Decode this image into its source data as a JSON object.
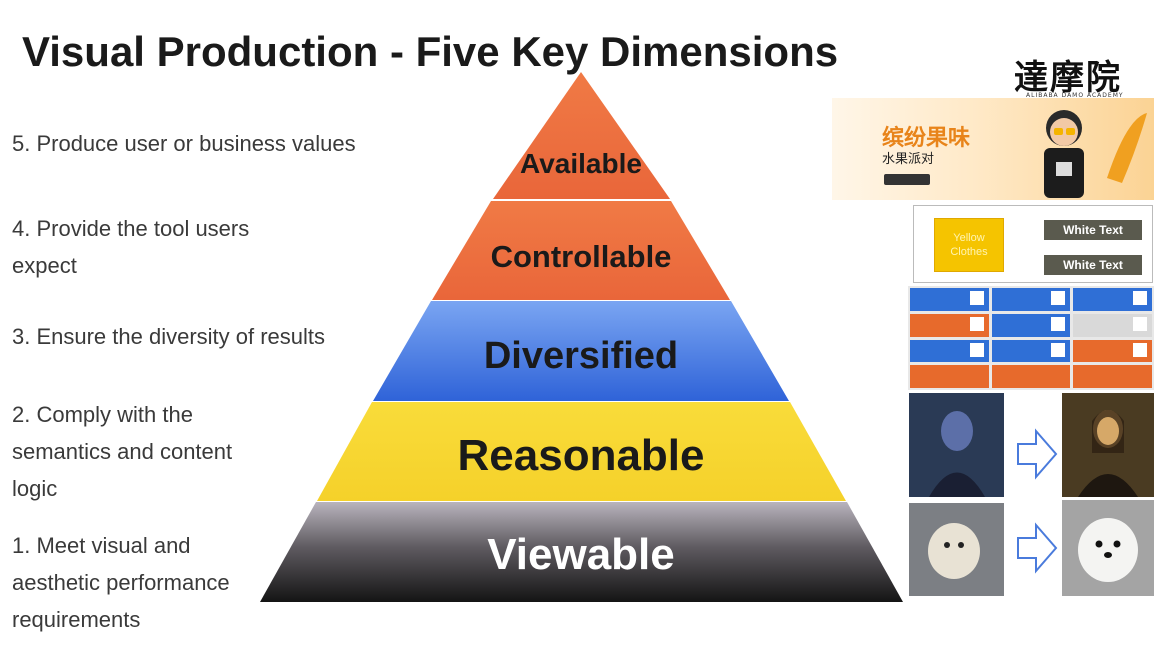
{
  "title": "Visual Production - Five Key Dimensions",
  "levels": [
    {
      "name": "Available",
      "color": "#ef7042"
    },
    {
      "name": "Controllable",
      "color": "#ef7042"
    },
    {
      "name": "Diversified",
      "color": "#3c72e0"
    },
    {
      "name": "Reasonable",
      "color": "#f7d731"
    },
    {
      "name": "Viewable",
      "color": "#1a1a1a"
    }
  ],
  "descriptions": {
    "d5": [
      "5. Produce user or business values"
    ],
    "d4": [
      "4. Provide the tool users",
      "expect"
    ],
    "d3": [
      "3. Ensure the diversity of results"
    ],
    "d2": [
      "2. Comply with the",
      "semantics and content",
      "logic"
    ],
    "d1": [
      "1. Meet visual and",
      "aesthetic performance",
      "requirements"
    ]
  },
  "logo": {
    "text": "達摩院",
    "sub": "ALIBABA DAMO ACADEMY"
  },
  "banner": {
    "title": "缤纷果味",
    "subtitle": "水果派对"
  },
  "controllable_example": {
    "yellow_label": "Yellow Clothes",
    "button1": "White Text",
    "button2": "White Text"
  },
  "arrow_icon": "right-arrow-outline-icon"
}
